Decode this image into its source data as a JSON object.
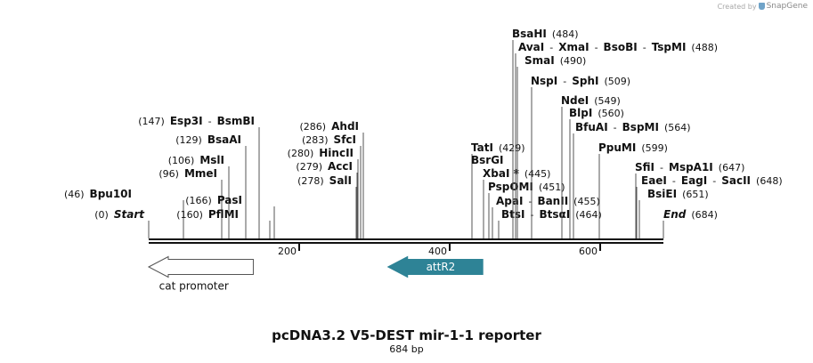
{
  "credit": {
    "prefix": "Created by",
    "brand": "SnapGene",
    "icon": "snapgene-logo-icon"
  },
  "plasmid": {
    "name": "pcDNA3.2 V5-DEST mir-1-1 reporter",
    "length_label": "684 bp",
    "length": 684
  },
  "ruler": {
    "ticks": [
      {
        "pos": 200,
        "label": "200"
      },
      {
        "pos": 400,
        "label": "400"
      },
      {
        "pos": 600,
        "label": "600"
      }
    ]
  },
  "colors": {
    "backbone": "#111111",
    "attr2": "#2e8396",
    "cat_promoter_fill": "#ffffff",
    "cat_promoter_stroke": "#555555"
  },
  "sites": [
    {
      "pieces": [
        {
          "t": "(0)",
          "k": "p"
        },
        {
          "t": "Start",
          "k": "i"
        }
      ],
      "pos": 0,
      "side": "right"
    },
    {
      "pieces": [
        {
          "t": "(46)",
          "k": "p"
        },
        {
          "t": "Bpu10I",
          "k": "n"
        }
      ],
      "pos": 46,
      "side": "right"
    },
    {
      "pieces": [
        {
          "t": "(96)",
          "k": "p"
        },
        {
          "t": "MmeI",
          "k": "n"
        }
      ],
      "pos": 96,
      "side": "right"
    },
    {
      "pieces": [
        {
          "t": "(106)",
          "k": "p"
        },
        {
          "t": "MslI",
          "k": "n"
        }
      ],
      "pos": 106,
      "side": "right"
    },
    {
      "pieces": [
        {
          "t": "(129)",
          "k": "p"
        },
        {
          "t": "BsaAI",
          "k": "n"
        }
      ],
      "pos": 129,
      "side": "right"
    },
    {
      "pieces": [
        {
          "t": "(147)",
          "k": "p"
        },
        {
          "t": "Esp3I",
          "k": "n"
        },
        {
          "t": "-",
          "k": "p"
        },
        {
          "t": "BsmBI",
          "k": "n"
        }
      ],
      "pos": 147,
      "side": "right"
    },
    {
      "pieces": [
        {
          "t": "(166)",
          "k": "p"
        },
        {
          "t": "PasI",
          "k": "n"
        }
      ],
      "pos": 166,
      "side": "right"
    },
    {
      "pieces": [
        {
          "t": "(160)",
          "k": "p"
        },
        {
          "t": "PflMI",
          "k": "n"
        }
      ],
      "pos": 160,
      "side": "right"
    },
    {
      "pieces": [
        {
          "t": "(286)",
          "k": "p"
        },
        {
          "t": "AhdI",
          "k": "n"
        }
      ],
      "pos": 286,
      "side": "right"
    },
    {
      "pieces": [
        {
          "t": "(283)",
          "k": "p"
        },
        {
          "t": "SfcI",
          "k": "n"
        }
      ],
      "pos": 283,
      "side": "right"
    },
    {
      "pieces": [
        {
          "t": "(280)",
          "k": "p"
        },
        {
          "t": "HincII",
          "k": "n"
        }
      ],
      "pos": 280,
      "side": "right"
    },
    {
      "pieces": [
        {
          "t": "(279)",
          "k": "p"
        },
        {
          "t": "AccI",
          "k": "n"
        }
      ],
      "pos": 279,
      "side": "right"
    },
    {
      "pieces": [
        {
          "t": "(278)",
          "k": "p"
        },
        {
          "t": "SalI",
          "k": "n"
        }
      ],
      "pos": 278,
      "side": "right"
    },
    {
      "pieces": [
        {
          "t": "TatI",
          "k": "n"
        },
        {
          "t": "(429)",
          "k": "p"
        }
      ],
      "pos": 429,
      "side": "left"
    },
    {
      "pieces": [
        {
          "t": "BsrGI",
          "k": "n"
        }
      ],
      "pos": 429,
      "side": "left"
    },
    {
      "pieces": [
        {
          "t": "XbaI *",
          "k": "n"
        },
        {
          "t": "(445)",
          "k": "p"
        }
      ],
      "pos": 445,
      "side": "left"
    },
    {
      "pieces": [
        {
          "t": "PspOMI",
          "k": "n"
        },
        {
          "t": "(451)",
          "k": "p"
        }
      ],
      "pos": 451,
      "side": "left"
    },
    {
      "pieces": [
        {
          "t": "ApaI",
          "k": "n"
        },
        {
          "t": "-",
          "k": "p"
        },
        {
          "t": "BanII",
          "k": "n"
        },
        {
          "t": "(455)",
          "k": "p"
        }
      ],
      "pos": 455,
      "side": "left"
    },
    {
      "pieces": [
        {
          "t": "BtsI",
          "k": "n"
        },
        {
          "t": "-",
          "k": "p"
        },
        {
          "t": "BtsαI",
          "k": "n"
        },
        {
          "t": "(464)",
          "k": "p"
        }
      ],
      "pos": 464,
      "side": "left"
    },
    {
      "pieces": [
        {
          "t": "BsaHI",
          "k": "n"
        },
        {
          "t": "(484)",
          "k": "p"
        }
      ],
      "pos": 484,
      "side": "left"
    },
    {
      "pieces": [
        {
          "t": "AvaI",
          "k": "n"
        },
        {
          "t": "-",
          "k": "p"
        },
        {
          "t": "XmaI",
          "k": "n"
        },
        {
          "t": "-",
          "k": "p"
        },
        {
          "t": "BsoBI",
          "k": "n"
        },
        {
          "t": "-",
          "k": "p"
        },
        {
          "t": "TspMI",
          "k": "n"
        },
        {
          "t": "(488)",
          "k": "p"
        }
      ],
      "pos": 488,
      "side": "left"
    },
    {
      "pieces": [
        {
          "t": "SmaI",
          "k": "n"
        },
        {
          "t": "(490)",
          "k": "p"
        }
      ],
      "pos": 490,
      "side": "left"
    },
    {
      "pieces": [
        {
          "t": "NspI",
          "k": "n"
        },
        {
          "t": "-",
          "k": "p"
        },
        {
          "t": "SphI",
          "k": "n"
        },
        {
          "t": "(509)",
          "k": "p"
        }
      ],
      "pos": 509,
      "side": "left"
    },
    {
      "pieces": [
        {
          "t": "NdeI",
          "k": "n"
        },
        {
          "t": "(549)",
          "k": "p"
        }
      ],
      "pos": 549,
      "side": "left"
    },
    {
      "pieces": [
        {
          "t": "BlpI",
          "k": "n"
        },
        {
          "t": "(560)",
          "k": "p"
        }
      ],
      "pos": 560,
      "side": "left"
    },
    {
      "pieces": [
        {
          "t": "BfuAI",
          "k": "n"
        },
        {
          "t": "-",
          "k": "p"
        },
        {
          "t": "BspMI",
          "k": "n"
        },
        {
          "t": "(564)",
          "k": "p"
        }
      ],
      "pos": 564,
      "side": "left"
    },
    {
      "pieces": [
        {
          "t": "PpuMI",
          "k": "n"
        },
        {
          "t": "(599)",
          "k": "p"
        }
      ],
      "pos": 599,
      "side": "left"
    },
    {
      "pieces": [
        {
          "t": "SfiI",
          "k": "n"
        },
        {
          "t": "-",
          "k": "p"
        },
        {
          "t": "MspA1I",
          "k": "n"
        },
        {
          "t": "(647)",
          "k": "p"
        }
      ],
      "pos": 647,
      "side": "left"
    },
    {
      "pieces": [
        {
          "t": "EaeI",
          "k": "n"
        },
        {
          "t": "-",
          "k": "p"
        },
        {
          "t": "EagI",
          "k": "n"
        },
        {
          "t": "-",
          "k": "p"
        },
        {
          "t": "SacII",
          "k": "n"
        },
        {
          "t": "(648)",
          "k": "p"
        }
      ],
      "pos": 648,
      "side": "left"
    },
    {
      "pieces": [
        {
          "t": "BsiEI",
          "k": "n"
        },
        {
          "t": "(651)",
          "k": "p"
        }
      ],
      "pos": 651,
      "side": "left"
    },
    {
      "pieces": [
        {
          "t": "End",
          "k": "i"
        },
        {
          "t": "(684)",
          "k": "p"
        }
      ],
      "pos": 684,
      "side": "left"
    }
  ],
  "features": [
    {
      "name": "cat promoter",
      "start": 0,
      "end": 139,
      "direction": "reverse",
      "label_position": "below"
    },
    {
      "name": "attR2",
      "start": 318,
      "end": 444,
      "direction": "reverse",
      "label_position": "inside"
    }
  ]
}
